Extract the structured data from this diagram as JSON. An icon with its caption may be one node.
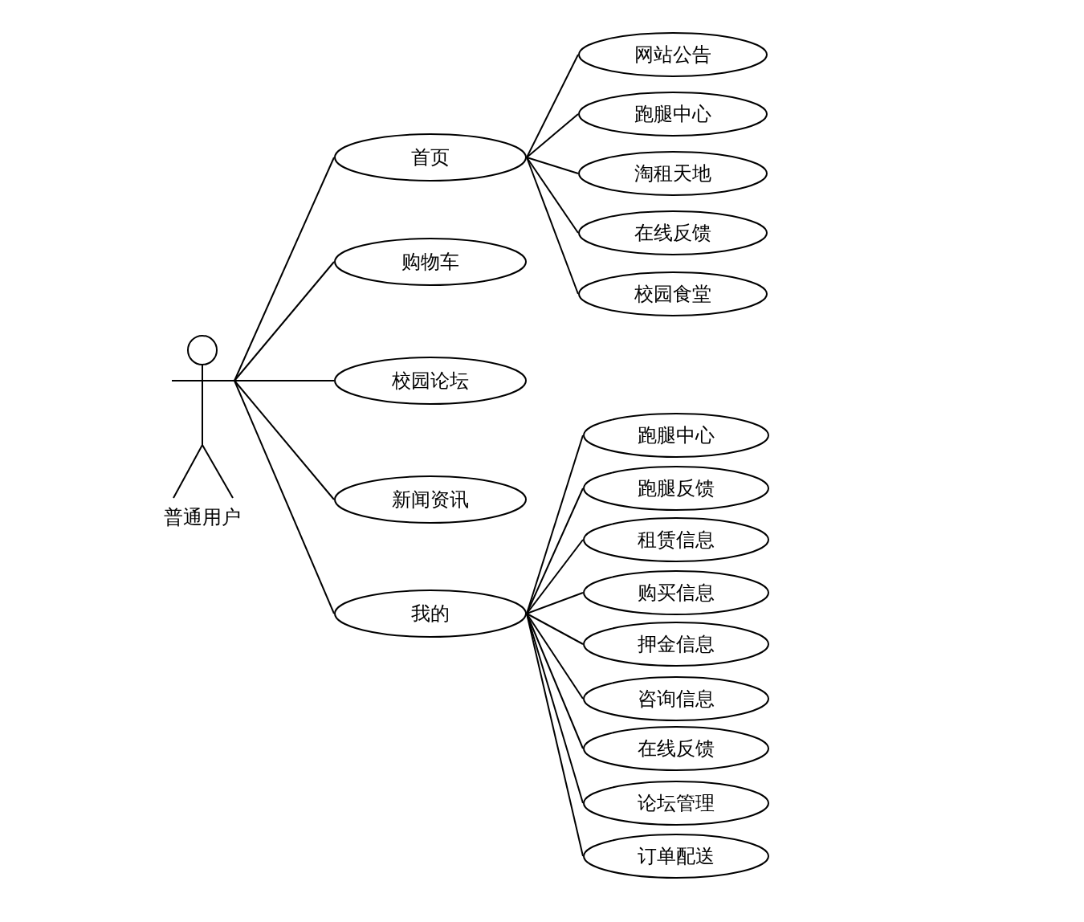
{
  "diagram": {
    "nodes": [
      {
        "text": [
          "普通用户"
        ]
      },
      {
        "text": [
          "首页"
        ]
      },
      {
        "text": [
          "网站公告"
        ]
      },
      {
        "text": [
          "跑腿中心"
        ]
      },
      {
        "text": [
          "淘租天地"
        ]
      },
      {
        "text": [
          "在线反馈"
        ]
      },
      {
        "text": [
          "校园食堂"
        ]
      },
      {
        "text": [
          "购物车"
        ]
      },
      {
        "text": [
          "校园论坛"
        ]
      },
      {
        "text": [
          "新闻资讯"
        ]
      },
      {
        "text": [
          "我的"
        ]
      },
      {
        "text": [
          "跑腿中心"
        ]
      },
      {
        "text": [
          "跑腿反馈"
        ]
      },
      {
        "text": [
          "租赁信息"
        ]
      },
      {
        "text": [
          "购买信息"
        ]
      },
      {
        "text": [
          "押金信息"
        ]
      },
      {
        "text": [
          "咨询信息"
        ]
      },
      {
        "text": [
          "在线反馈"
        ]
      },
      {
        "text": [
          "论坛管理"
        ]
      },
      {
        "text": [
          "订单配送"
        ]
      }
    ],
    "edges": [
      {
        "from": 0,
        "to": 1,
        "arrow": "none"
      },
      {
        "from": 0,
        "to": 7,
        "arrow": "none"
      },
      {
        "from": 0,
        "to": 8,
        "arrow": "none"
      },
      {
        "from": 0,
        "to": 9,
        "arrow": "none"
      },
      {
        "from": 0,
        "to": 10,
        "arrow": "none"
      },
      {
        "from": 1,
        "to": 2,
        "arrow": "none"
      },
      {
        "from": 1,
        "to": 3,
        "arrow": "none"
      },
      {
        "from": 1,
        "to": 4,
        "arrow": "none"
      },
      {
        "from": 1,
        "to": 5,
        "arrow": "none"
      },
      {
        "from": 1,
        "to": 6,
        "arrow": "none"
      },
      {
        "from": 10,
        "to": 11,
        "arrow": "none"
      },
      {
        "from": 10,
        "to": 12,
        "arrow": "none"
      },
      {
        "from": 10,
        "to": 13,
        "arrow": "none"
      },
      {
        "from": 10,
        "to": 14,
        "arrow": "none"
      },
      {
        "from": 10,
        "to": 15,
        "arrow": "none"
      },
      {
        "from": 10,
        "to": 16,
        "arrow": "none"
      },
      {
        "from": 10,
        "to": 17,
        "arrow": "none"
      },
      {
        "from": 10,
        "to": 18,
        "arrow": "none"
      },
      {
        "from": 10,
        "to": 19,
        "arrow": "none"
      }
    ]
  }
}
